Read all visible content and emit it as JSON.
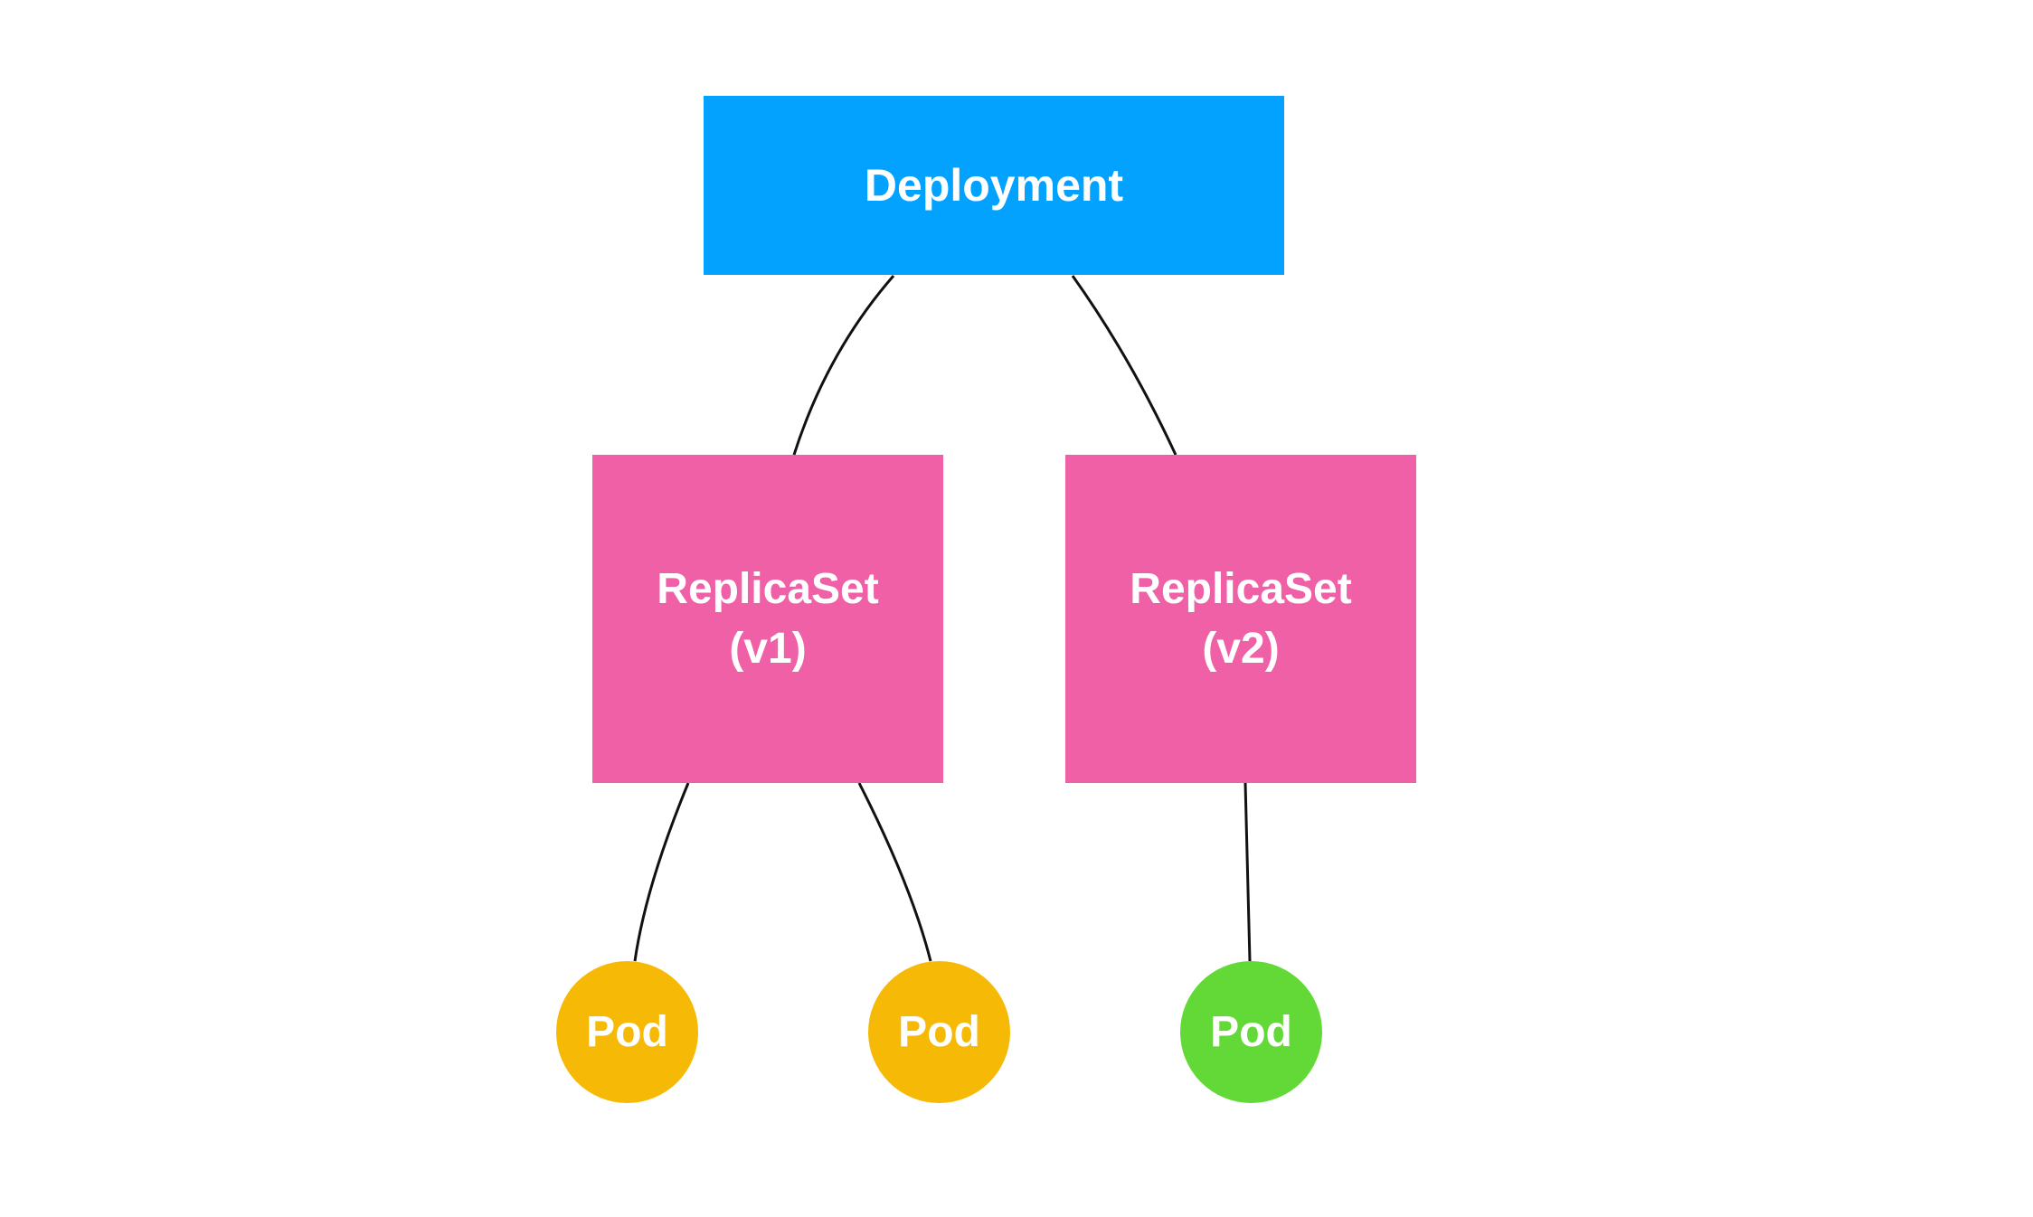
{
  "colors": {
    "deployment": "#03A2FF",
    "replicaset": "#EF60A7",
    "pod_v1": "#F6BA06",
    "pod_v2": "#62D936",
    "edge": "#111111"
  },
  "deployment": {
    "label": "Deployment"
  },
  "replicasets": [
    {
      "name": "ReplicaSet",
      "version": "(v1)"
    },
    {
      "name": "ReplicaSet",
      "version": "(v2)"
    }
  ],
  "pods": [
    {
      "label": "Pod",
      "version": "v1"
    },
    {
      "label": "Pod",
      "version": "v1"
    },
    {
      "label": "Pod",
      "version": "v2"
    }
  ]
}
